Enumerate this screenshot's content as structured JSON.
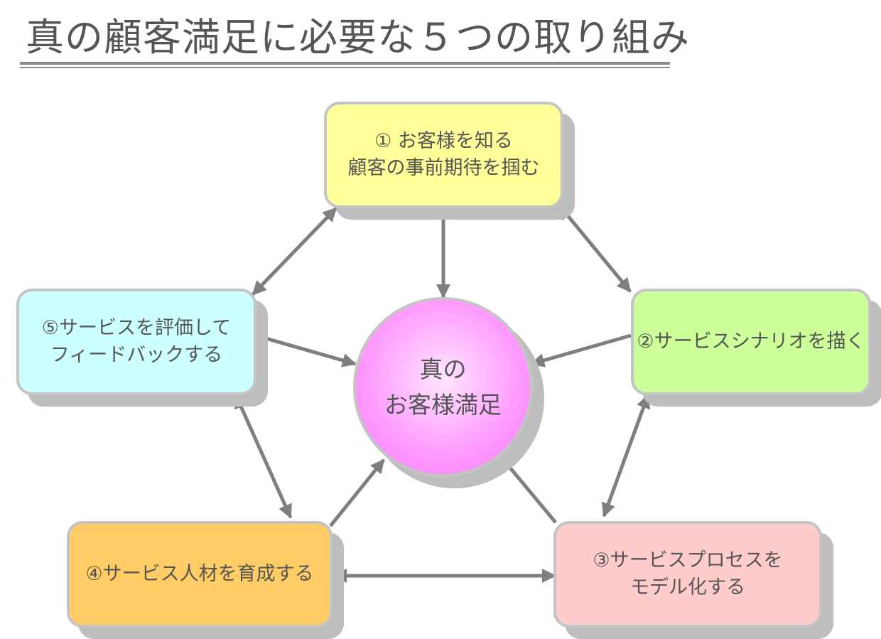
{
  "title": "真の顧客満足に必要な５つの取り組み",
  "center": {
    "line1": "真の",
    "line2": "お客様満足"
  },
  "boxes": {
    "b1": {
      "line1": "① お客様を知る",
      "line2": "顧客の事前期待を掴む"
    },
    "b2": {
      "line1": "②サービスシナリオを描く"
    },
    "b3": {
      "line1": "③サービスプロセスを",
      "line2": "モデル化する"
    },
    "b4": {
      "line1": "④サービス人材を育成する"
    },
    "b5": {
      "line1": "⑤サービスを評価して",
      "line2": "フィードバックする"
    }
  },
  "colors": {
    "box1": "#ffff99",
    "box2": "#ccff99",
    "box3": "#ffcccc",
    "box4": "#ffcc66",
    "box5": "#ccffff",
    "center": "#ff99ff",
    "arrow": "#7f7f7f",
    "text": "#555555"
  }
}
